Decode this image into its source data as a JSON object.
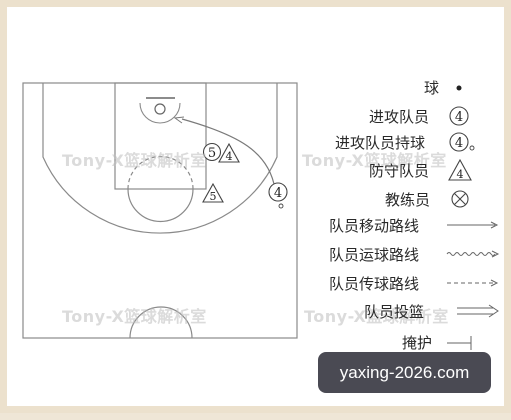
{
  "legend": {
    "ball": "球",
    "offensive_player": "进攻队员",
    "offensive_player_with_ball": "进攻队员持球",
    "defensive_player": "防守队员",
    "coach": "教练员",
    "player_movement_line": "队员移动路线",
    "dribble_line": "队员运球路线",
    "pass_line": "队员传球路线",
    "shot": "队员投篮",
    "screen": "掩护",
    "offense_number": "4",
    "defense_number": "4"
  },
  "court": {
    "players": [
      {
        "type": "offense",
        "number": "5"
      },
      {
        "type": "defense",
        "number": "4"
      },
      {
        "type": "defense",
        "number": "5"
      },
      {
        "type": "offense_with_ball",
        "number": "4"
      }
    ]
  },
  "watermark": "Tony-X篮球解析室",
  "site_badge": "yaxing-2026.com",
  "colors": {
    "line": "#888888",
    "text": "#2a2a2a",
    "badge": "#3b3b45"
  }
}
